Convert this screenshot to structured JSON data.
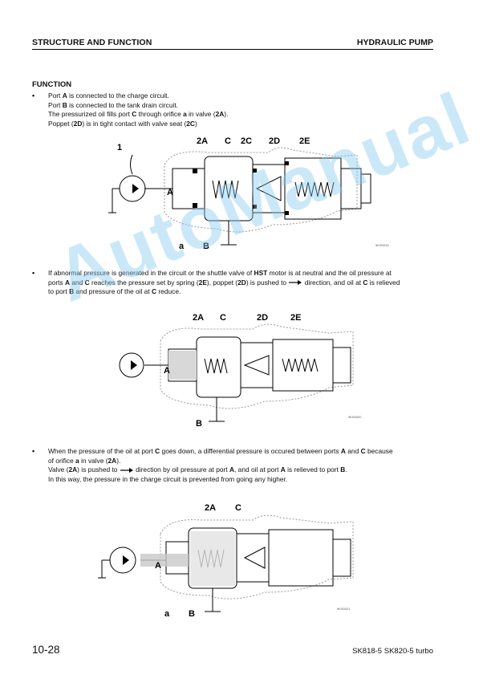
{
  "header": {
    "left": "STRUCTURE AND FUNCTION",
    "right": "HYDRAULIC PUMP"
  },
  "section": {
    "heading": "FUNCTION"
  },
  "para1": {
    "bullet": "•",
    "line1_pre": "Port ",
    "line1_b": "A",
    "line1_post": " is connected to the charge circuit.",
    "line2_pre": "Port ",
    "line2_b": "B",
    "line2_post": " is connected to the tank drain circuit.",
    "line3_pre": "The pressurized oil fills port ",
    "line3_b1": "C",
    "line3_mid": " through orifice ",
    "line3_b2": "a",
    "line3_mid2": " in valve (",
    "line3_b3": "2A",
    "line3_post": ").",
    "line4_pre": "Poppet (",
    "line4_b1": "2D",
    "line4_mid": ") is in tight contact with valve seat (",
    "line4_b2": "2C",
    "line4_post": ")"
  },
  "fig1": {
    "labels": [
      "1",
      "2A",
      "C",
      "2C",
      "2D",
      "2E",
      "A",
      "a",
      "B"
    ],
    "code": "9KS0019"
  },
  "para2": {
    "bullet": "•",
    "l1_a": "If abnormal pressure is generated in the circuit or the shuttle valve of ",
    "l1_b": "HST",
    "l1_c": " motor is at neutral and the oil pressure at",
    "l2_a": "ports ",
    "l2_b1": "A",
    "l2_c": " and ",
    "l2_b2": "C",
    "l2_d": " reaches the pressure set by spring (",
    "l2_b3": "2E",
    "l2_e": "), poppet (",
    "l2_b4": "2D",
    "l2_f": ") is pushed to",
    "l2_g": "direction, and oil at ",
    "l2_b5": "C",
    "l2_h": " is relieved",
    "l3_a": "to port ",
    "l3_b1": "B",
    "l3_c": " and pressure of the oil at ",
    "l3_b2": "C",
    "l3_d": " reduce."
  },
  "fig2": {
    "labels": [
      "2A",
      "C",
      "2D",
      "2E",
      "A",
      "B"
    ],
    "code": "9KS0020"
  },
  "para3": {
    "bullet": "•",
    "l1_a": "When the pressure of the oil at port ",
    "l1_b1": "C",
    "l1_c": " goes down, a differential pressure is occured between ports ",
    "l1_b2": "A",
    "l1_d": " and ",
    "l1_b3": "C",
    "l1_e": " because",
    "l2_a": "of orifice ",
    "l2_b1": "a",
    "l2_c": " in valve (",
    "l2_b2": "2A",
    "l2_d": ").",
    "l3_a": "Valve (",
    "l3_b1": "2A",
    "l3_c": ") is pushed to",
    "l3_d": "direction by oil pressure at port ",
    "l3_b2": "A",
    "l3_e": ", and oil at port ",
    "l3_b3": "A",
    "l3_f": " is relieved to port ",
    "l3_b4": "B",
    "l3_g": ".",
    "l4": "In this way, the pressure in the charge circuit is prevented from going any higher."
  },
  "fig3": {
    "labels": [
      "2A",
      "C",
      "A",
      "a",
      "B"
    ],
    "code": "9KS0021"
  },
  "footer": {
    "page": "10-28",
    "model": "SK818-5  SK820-5 turbo"
  },
  "watermark": "AutoManual"
}
